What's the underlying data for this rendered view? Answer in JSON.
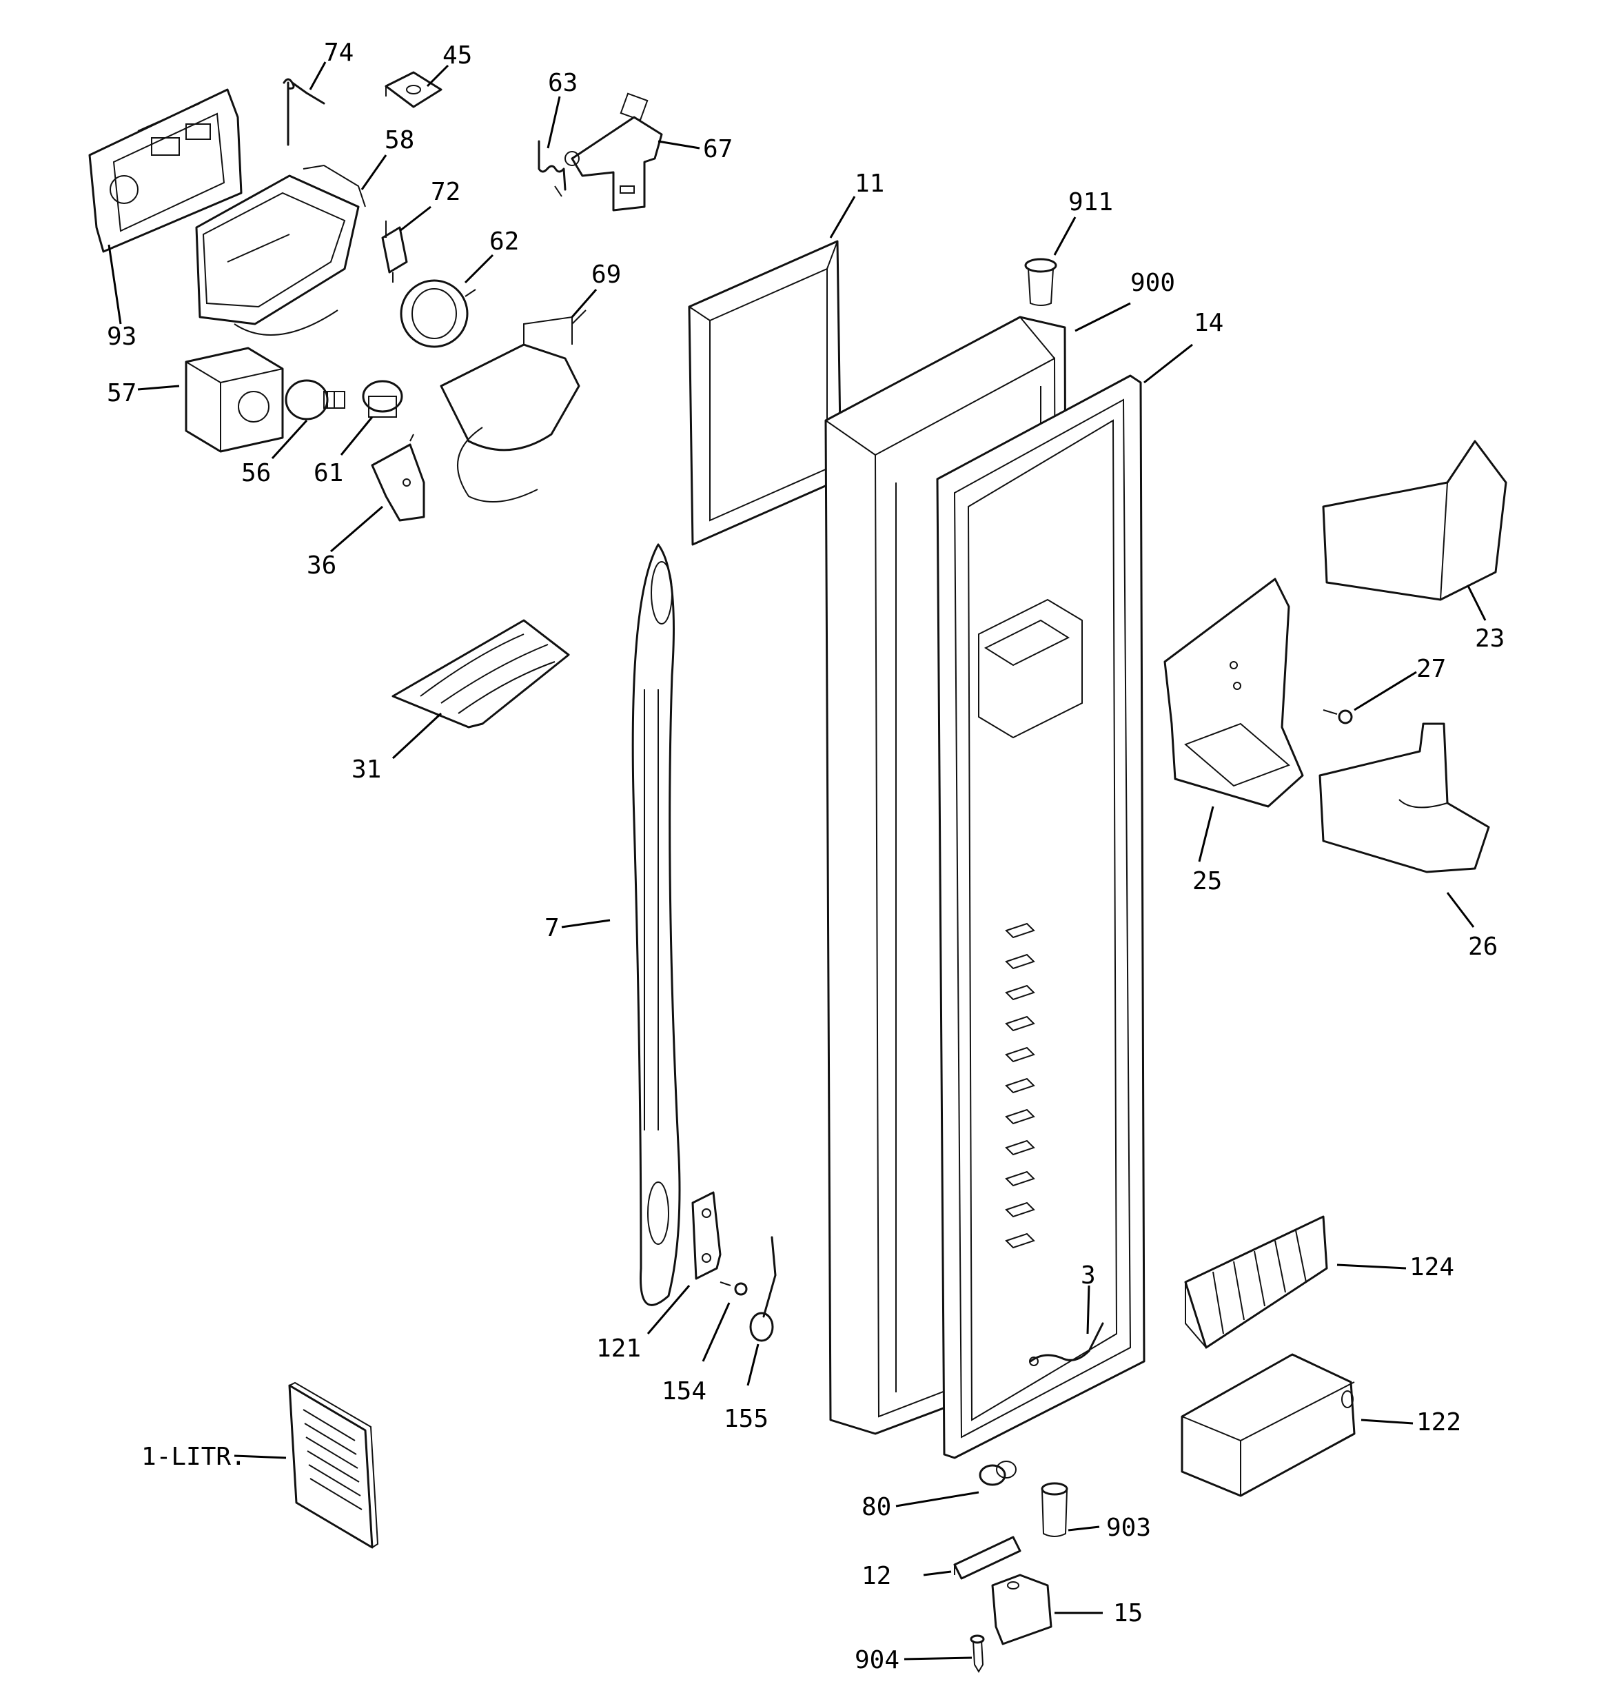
{
  "diagram": {
    "type": "exploded-parts-view",
    "colors": {
      "line": "#111111",
      "background": "#ffffff"
    },
    "callouts": [
      {
        "id": "c-74",
        "label": "74"
      },
      {
        "id": "c-45",
        "label": "45"
      },
      {
        "id": "c-63",
        "label": "63"
      },
      {
        "id": "c-67",
        "label": "67"
      },
      {
        "id": "c-58",
        "label": "58"
      },
      {
        "id": "c-72",
        "label": "72"
      },
      {
        "id": "c-62",
        "label": "62"
      },
      {
        "id": "c-69",
        "label": "69"
      },
      {
        "id": "c-93",
        "label": "93"
      },
      {
        "id": "c-57",
        "label": "57"
      },
      {
        "id": "c-56",
        "label": "56"
      },
      {
        "id": "c-61",
        "label": "61"
      },
      {
        "id": "c-36",
        "label": "36"
      },
      {
        "id": "c-11",
        "label": "11"
      },
      {
        "id": "c-911",
        "label": "911"
      },
      {
        "id": "c-900",
        "label": "900"
      },
      {
        "id": "c-14",
        "label": "14"
      },
      {
        "id": "c-23",
        "label": "23"
      },
      {
        "id": "c-27",
        "label": "27"
      },
      {
        "id": "c-25",
        "label": "25"
      },
      {
        "id": "c-26",
        "label": "26"
      },
      {
        "id": "c-31",
        "label": "31"
      },
      {
        "id": "c-7",
        "label": "7"
      },
      {
        "id": "c-3",
        "label": "3"
      },
      {
        "id": "c-124",
        "label": "124"
      },
      {
        "id": "c-122",
        "label": "122"
      },
      {
        "id": "c-121",
        "label": "121"
      },
      {
        "id": "c-154",
        "label": "154"
      },
      {
        "id": "c-155",
        "label": "155"
      },
      {
        "id": "c-1-litr",
        "label": "1-LITR."
      },
      {
        "id": "c-80",
        "label": "80"
      },
      {
        "id": "c-903",
        "label": "903"
      },
      {
        "id": "c-12",
        "label": "12"
      },
      {
        "id": "c-15",
        "label": "15"
      },
      {
        "id": "c-904",
        "label": "904"
      }
    ]
  }
}
